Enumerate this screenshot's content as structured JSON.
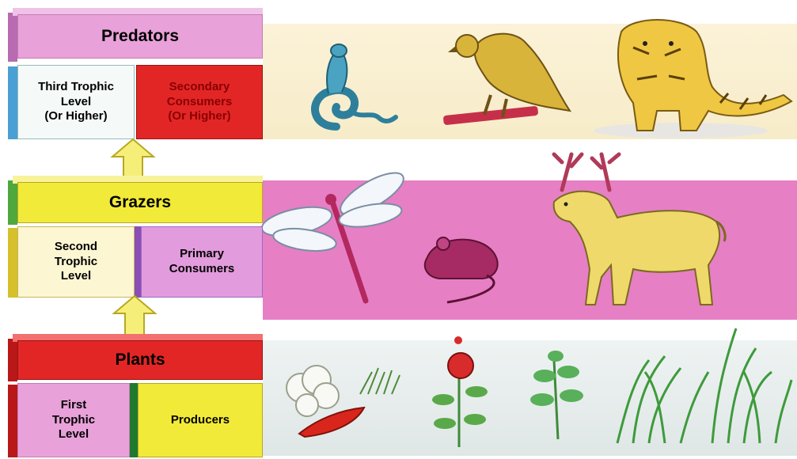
{
  "levels": {
    "predators": {
      "title": "Predators",
      "level": "Third Trophic Level (Or Higher)",
      "level_lines": [
        "Third Trophic",
        "Level",
        "(Or Higher)"
      ],
      "role_lines": [
        "Secondary",
        "Consumers",
        "(Or Higher)"
      ],
      "animals": [
        "snake",
        "eagle",
        "tiger"
      ]
    },
    "grazers": {
      "title": "Grazers",
      "level_lines": [
        "Second",
        "Trophic",
        "Level"
      ],
      "role_lines": [
        "Primary",
        "Consumers"
      ],
      "animals": [
        "dragonfly",
        "mouse",
        "deer"
      ]
    },
    "plants": {
      "title": "Plants",
      "level_lines": [
        "First",
        "Trophic",
        "Level"
      ],
      "role_lines": [
        "Producers"
      ],
      "organisms": [
        "cauliflower",
        "chili",
        "grass",
        "rose",
        "shrub",
        "tall-grass"
      ]
    }
  },
  "colors": {
    "pink": "#e9a1d9",
    "red": "#e22626",
    "yellow": "#f2ea38",
    "blue": "#5fb6e8",
    "cream": "#fdf6d2",
    "purple": "#a067c6",
    "magenta_band": "#e77fc5"
  }
}
